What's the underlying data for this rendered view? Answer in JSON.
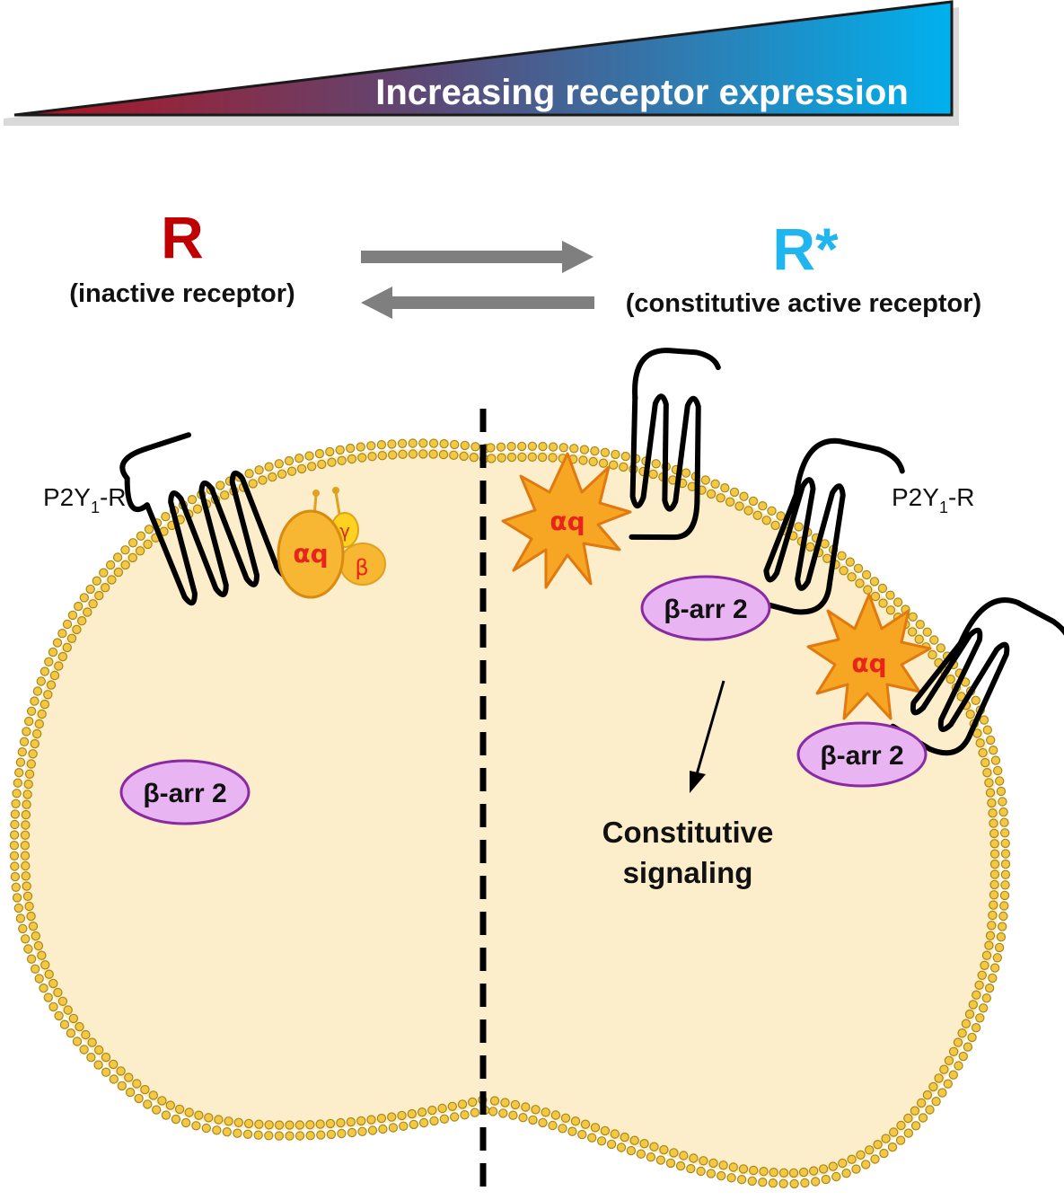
{
  "gradient_banner": {
    "text": "Increasing receptor expression",
    "color_start": "#b0121e",
    "color_end": "#00b1ee"
  },
  "equilibrium": {
    "left_symbol": "R",
    "left_caption": "(inactive receptor)",
    "left_color": "#c00000",
    "right_symbol": "R*",
    "right_caption": "(constitutive active receptor)",
    "right_color": "#1fb6f0",
    "arrow_color": "#7f7f7f"
  },
  "cell": {
    "fill_color": "#fdeecb",
    "bead_color": "#f4c842",
    "bead_stroke": "#a9871a"
  },
  "left_side": {
    "receptor_label": "P2Y",
    "receptor_label_sub": "1",
    "receptor_label_tail": "-R",
    "alpha_q": "αq",
    "beta": "β",
    "gamma": "γ",
    "arrestin": "β-arr 2"
  },
  "right_side": {
    "receptor_label": "P2Y",
    "receptor_label_sub": "1",
    "receptor_label_tail": "-R",
    "alpha_q_1": "αq",
    "alpha_q_2": "αq",
    "arrestin_1": "β-arr 2",
    "arrestin_2": "β-arr 2",
    "outcome_line1": "Constitutive",
    "outcome_line2": "signaling"
  },
  "colors": {
    "arrestin_fill": "#e9b4f2",
    "arrestin_stroke": "#8a2aa3",
    "gprotein_fill": "#f7b733",
    "gprotein_text": "#e8251b",
    "star_fill": "#f6a623",
    "star_stroke": "#e07a10"
  }
}
